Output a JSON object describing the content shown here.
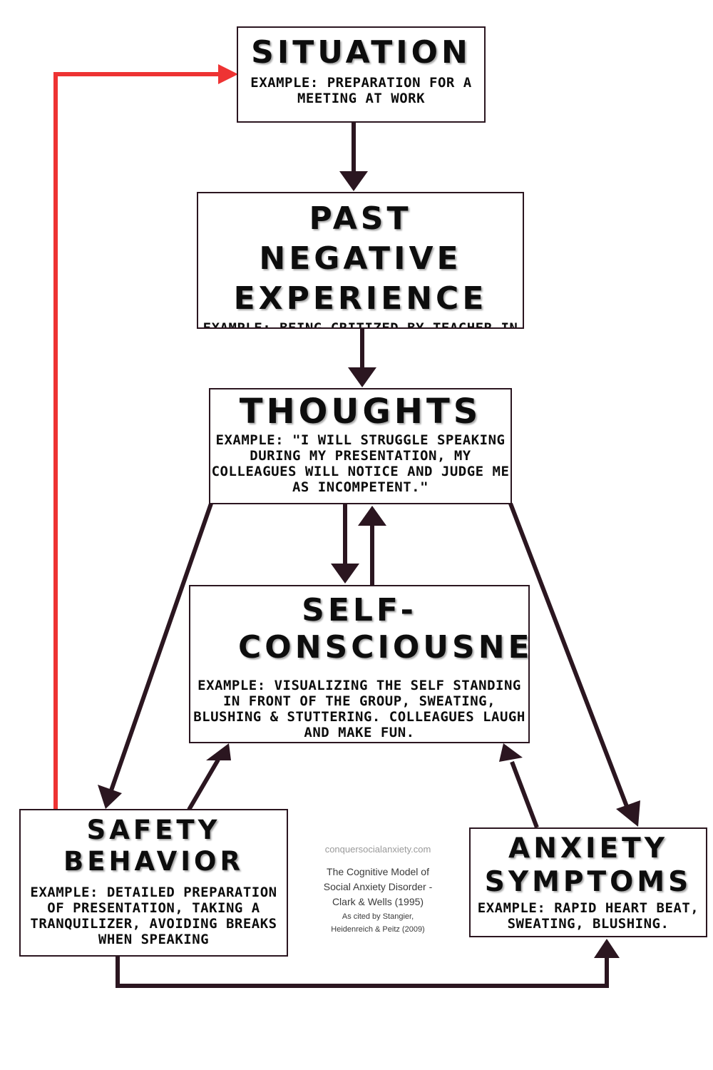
{
  "nodes": {
    "situation": {
      "title": "SITUATION",
      "example": "EXAMPLE: PREPARATION FOR A MEETING AT WORK"
    },
    "past_negative_experience": {
      "title": "PAST NEGATIVE EXPERIENCE",
      "example": "EXAMPLE: BEING CRITIZED BY TEACHER IN FRONT OF CLASS AFTER A BAD PRESENTATION"
    },
    "thoughts": {
      "title": "THOUGHTS",
      "example": "EXAMPLE: \"I WILL STRUGGLE SPEAKING DURING MY PRESENTATION, MY COLLEAGUES WILL NOTICE AND JUDGE ME AS INCOMPETENT.\""
    },
    "self_consciousness": {
      "title": "SELF-CONSCIOUSNESS",
      "example": "EXAMPLE: VISUALIZING THE SELF STANDING IN FRONT OF THE GROUP, SWEATING, BLUSHING & STUTTERING. COLLEAGUES LAUGH AND MAKE FUN."
    },
    "safety_behavior": {
      "title": "SAFETY BEHAVIOR",
      "example": "EXAMPLE: DETAILED PREPARATION OF PRESENTATION, TAKING A TRANQUILIZER, AVOIDING BREAKS WHEN SPEAKING"
    },
    "anxiety_symptoms": {
      "title": "ANXIETY SYMPTOMS",
      "example": "EXAMPLE: RAPID HEART BEAT, SWEATING, BLUSHING."
    }
  },
  "credit": {
    "site": "conquersocialanxiety.com",
    "model_line1": "The Cognitive Model of",
    "model_line2": "Social Anxiety Disorder -",
    "model_line3": "Clark & Wells (1995)",
    "cited_line1": "As cited by Stangier,",
    "cited_line2": "Heidenreich & Peitz (2009)"
  },
  "edges": [
    {
      "from": "situation",
      "to": "past_negative_experience"
    },
    {
      "from": "past_negative_experience",
      "to": "thoughts"
    },
    {
      "from": "thoughts",
      "to": "self_consciousness"
    },
    {
      "from": "self_consciousness",
      "to": "thoughts"
    },
    {
      "from": "thoughts",
      "to": "safety_behavior"
    },
    {
      "from": "thoughts",
      "to": "anxiety_symptoms"
    },
    {
      "from": "safety_behavior",
      "to": "self_consciousness"
    },
    {
      "from": "anxiety_symptoms",
      "to": "self_consciousness"
    },
    {
      "from": "safety_behavior",
      "to": "anxiety_symptoms"
    },
    {
      "from": "safety_behavior",
      "to": "situation",
      "highlight": true
    }
  ],
  "colors": {
    "arrow": "#2b1620",
    "feedback_arrow": "#ee3333",
    "border": "#2b1620"
  }
}
